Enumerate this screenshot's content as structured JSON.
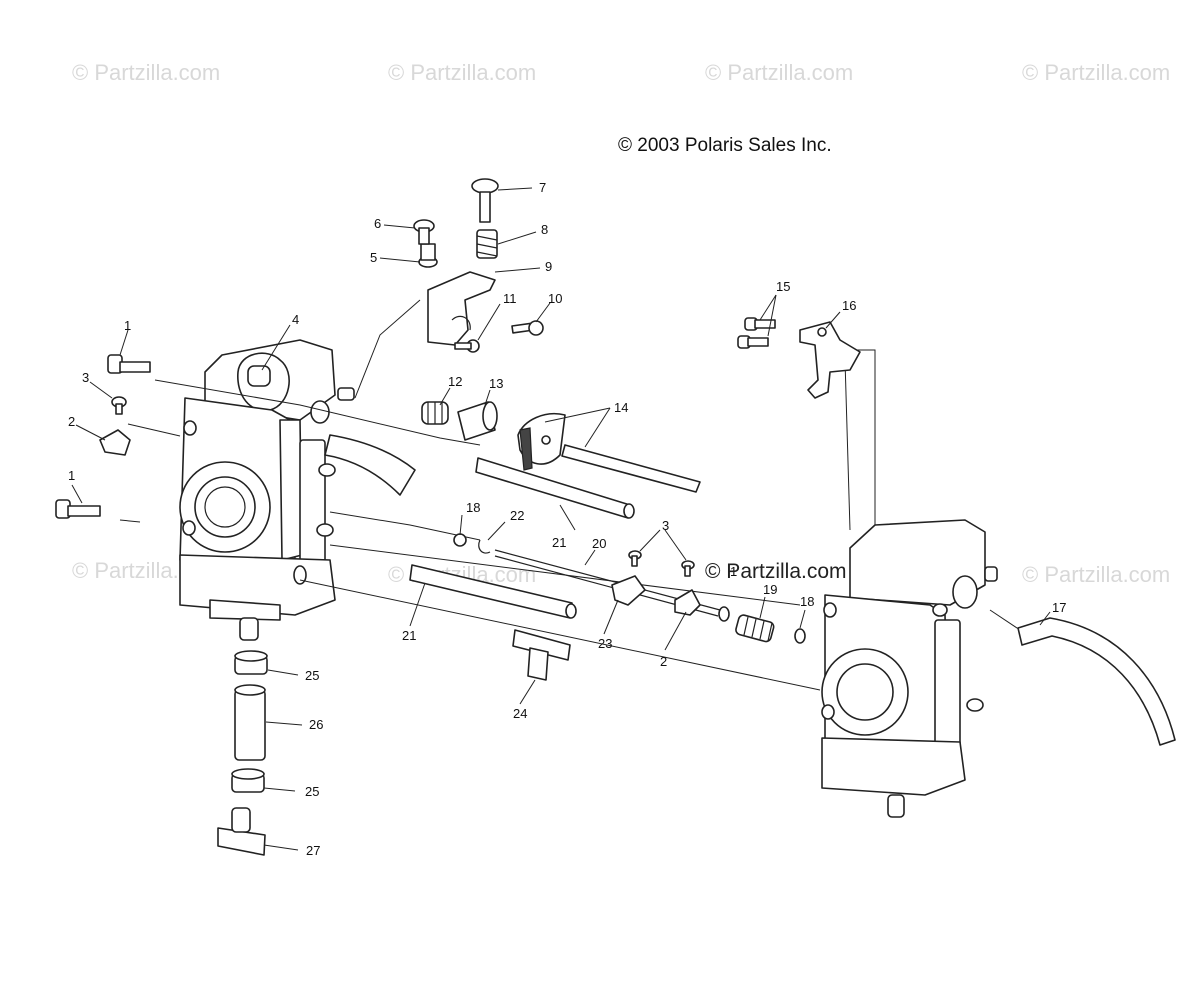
{
  "watermarks": [
    {
      "text": "© Partzilla.com"
    },
    {
      "text": "© Partzilla.com"
    },
    {
      "text": "© Partzilla.com"
    },
    {
      "text": "© Partzilla.com"
    },
    {
      "text": "© Partzilla.com"
    },
    {
      "text": "© Partzilla.com"
    },
    {
      "text": "© Partzilla.com"
    }
  ],
  "copyright": "© 2003 Polaris Sales Inc.",
  "watermark_center": "© Partzilla.com",
  "callouts": [
    "1",
    "1",
    "2",
    "2",
    "3",
    "3",
    "4",
    "5",
    "6",
    "7",
    "8",
    "9",
    "10",
    "11",
    "12",
    "13",
    "14",
    "15",
    "16",
    "17",
    "18",
    "18",
    "19",
    "20",
    "21",
    "21",
    "22",
    "23",
    "24",
    "25",
    "25",
    "26",
    "27",
    "1"
  ]
}
